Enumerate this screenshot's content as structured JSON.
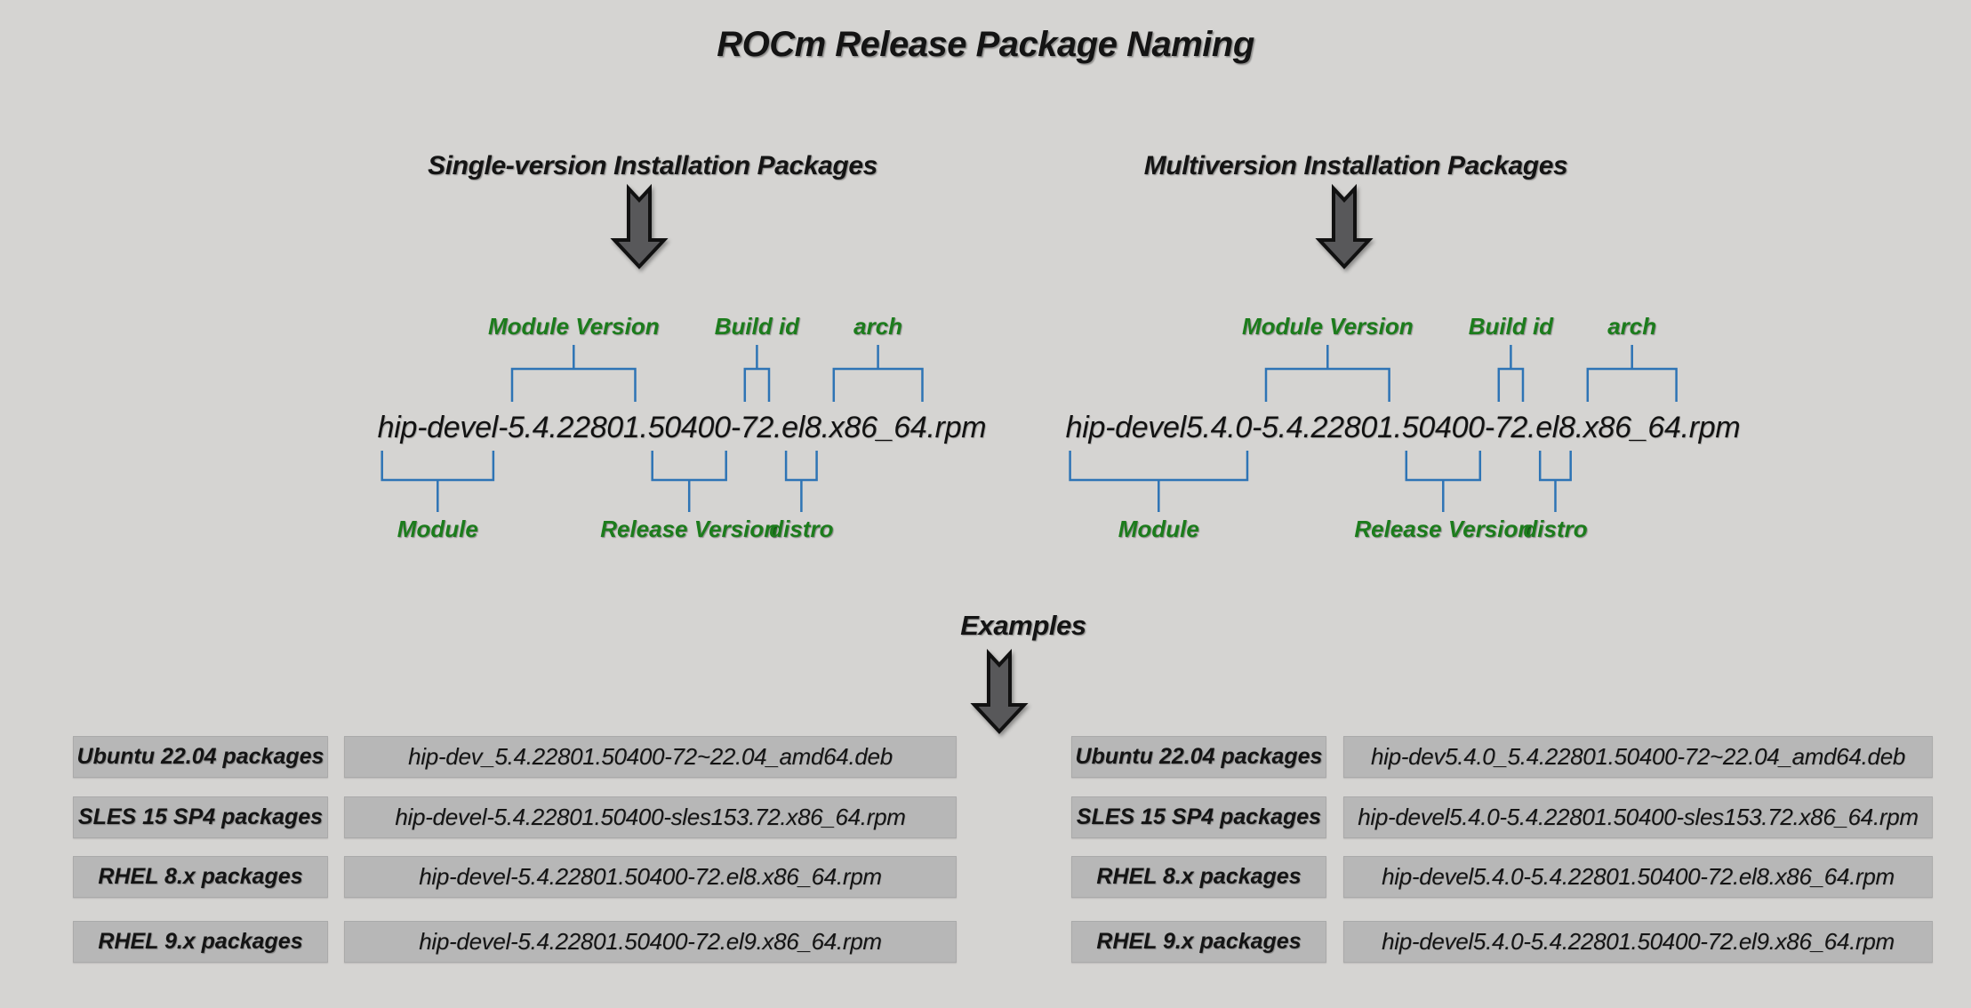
{
  "title": "ROCm Release Package Naming",
  "colors": {
    "background": "#d5d4d2",
    "box_fill": "#b7b7b7",
    "bracket_blue": "#2e74b5",
    "label_green": "#1c7c1c",
    "arrow_fill": "#58585a",
    "text": "#141414"
  },
  "sections": {
    "single": {
      "heading": "Single-version Installation Packages",
      "filename": {
        "full": "hip-devel-5.4.22801.50400-72.el8.x86_64.rpm",
        "segments": [
          {
            "text": "hip-devel",
            "role": "module"
          },
          {
            "text": "-"
          },
          {
            "text": "5.4.22801",
            "role": "module_version"
          },
          {
            "text": "."
          },
          {
            "text": "50400",
            "role": "release_version"
          },
          {
            "text": "-"
          },
          {
            "text": "72",
            "role": "build_id"
          },
          {
            "text": "."
          },
          {
            "text": "el8",
            "role": "distro"
          },
          {
            "text": "."
          },
          {
            "text": "x86_64",
            "role": "arch"
          },
          {
            "text": ".rpm"
          }
        ]
      },
      "labels": {
        "module_version": "Module Version",
        "build_id": "Build id",
        "arch": "arch",
        "module": "Module",
        "release_version": "Release Version",
        "distro": "distro"
      }
    },
    "multi": {
      "heading": "Multiversion Installation Packages",
      "filename": {
        "full": "hip-devel5.4.0-5.4.22801.50400-72.el8.x86_64.rpm",
        "segments": [
          {
            "text": "hip-devel5.4.0",
            "role": "module"
          },
          {
            "text": "-"
          },
          {
            "text": "5.4.22801",
            "role": "module_version"
          },
          {
            "text": "."
          },
          {
            "text": "50400",
            "role": "release_version"
          },
          {
            "text": "-"
          },
          {
            "text": "72",
            "role": "build_id"
          },
          {
            "text": "."
          },
          {
            "text": "el8",
            "role": "distro"
          },
          {
            "text": "."
          },
          {
            "text": "x86_64",
            "role": "arch"
          },
          {
            "text": ".rpm"
          }
        ]
      },
      "labels": {
        "module_version": "Module Version",
        "build_id": "Build id",
        "arch": "arch",
        "module": "Module",
        "release_version": "Release Version",
        "distro": "distro"
      }
    }
  },
  "examples": {
    "heading": "Examples",
    "left_rows": [
      {
        "os": "Ubuntu 22.04 packages",
        "package": "hip-dev_5.4.22801.50400-72~22.04_amd64.deb"
      },
      {
        "os": "SLES 15 SP4 packages",
        "package": "hip-devel-5.4.22801.50400-sles153.72.x86_64.rpm"
      },
      {
        "os": "RHEL 8.x packages",
        "package": "hip-devel-5.4.22801.50400-72.el8.x86_64.rpm"
      },
      {
        "os": "RHEL 9.x packages",
        "package": "hip-devel-5.4.22801.50400-72.el9.x86_64.rpm"
      }
    ],
    "right_rows": [
      {
        "os": "Ubuntu 22.04 packages",
        "package": "hip-dev5.4.0_5.4.22801.50400-72~22.04_amd64.deb"
      },
      {
        "os": "SLES 15 SP4 packages",
        "package": "hip-devel5.4.0-5.4.22801.50400-sles153.72.x86_64.rpm"
      },
      {
        "os": "RHEL 8.x packages",
        "package": "hip-devel5.4.0-5.4.22801.50400-72.el8.x86_64.rpm"
      },
      {
        "os": "RHEL 9.x packages",
        "package": "hip-devel5.4.0-5.4.22801.50400-72.el9.x86_64.rpm"
      }
    ]
  }
}
